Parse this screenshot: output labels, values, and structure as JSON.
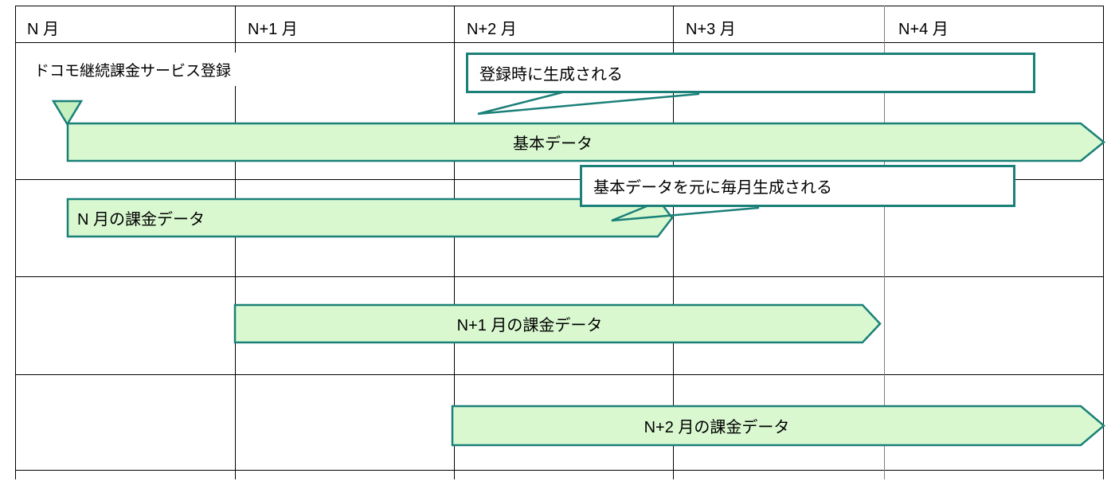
{
  "header": {
    "months": [
      "N 月",
      "N+1 月",
      "N+2 月",
      "N+3 月",
      "N+4 月"
    ]
  },
  "timeline": {
    "registration_label": "ドコモ継続課金サービス登録",
    "bars": [
      {
        "label": "基本データ"
      },
      {
        "label": "N 月の課金データ"
      },
      {
        "label": "N+1 月の課金データ"
      },
      {
        "label": "N+2 月の課金データ"
      }
    ],
    "callouts": [
      {
        "text": "登録時に生成される"
      },
      {
        "text": "基本データを元に毎月生成される"
      }
    ]
  },
  "colors": {
    "bar_fill": "#d9f8d0",
    "bar_border": "#1a8078",
    "marker_fill": "#c6f0bd",
    "grid": "#000000",
    "grid_light": "#7f7f7f"
  }
}
